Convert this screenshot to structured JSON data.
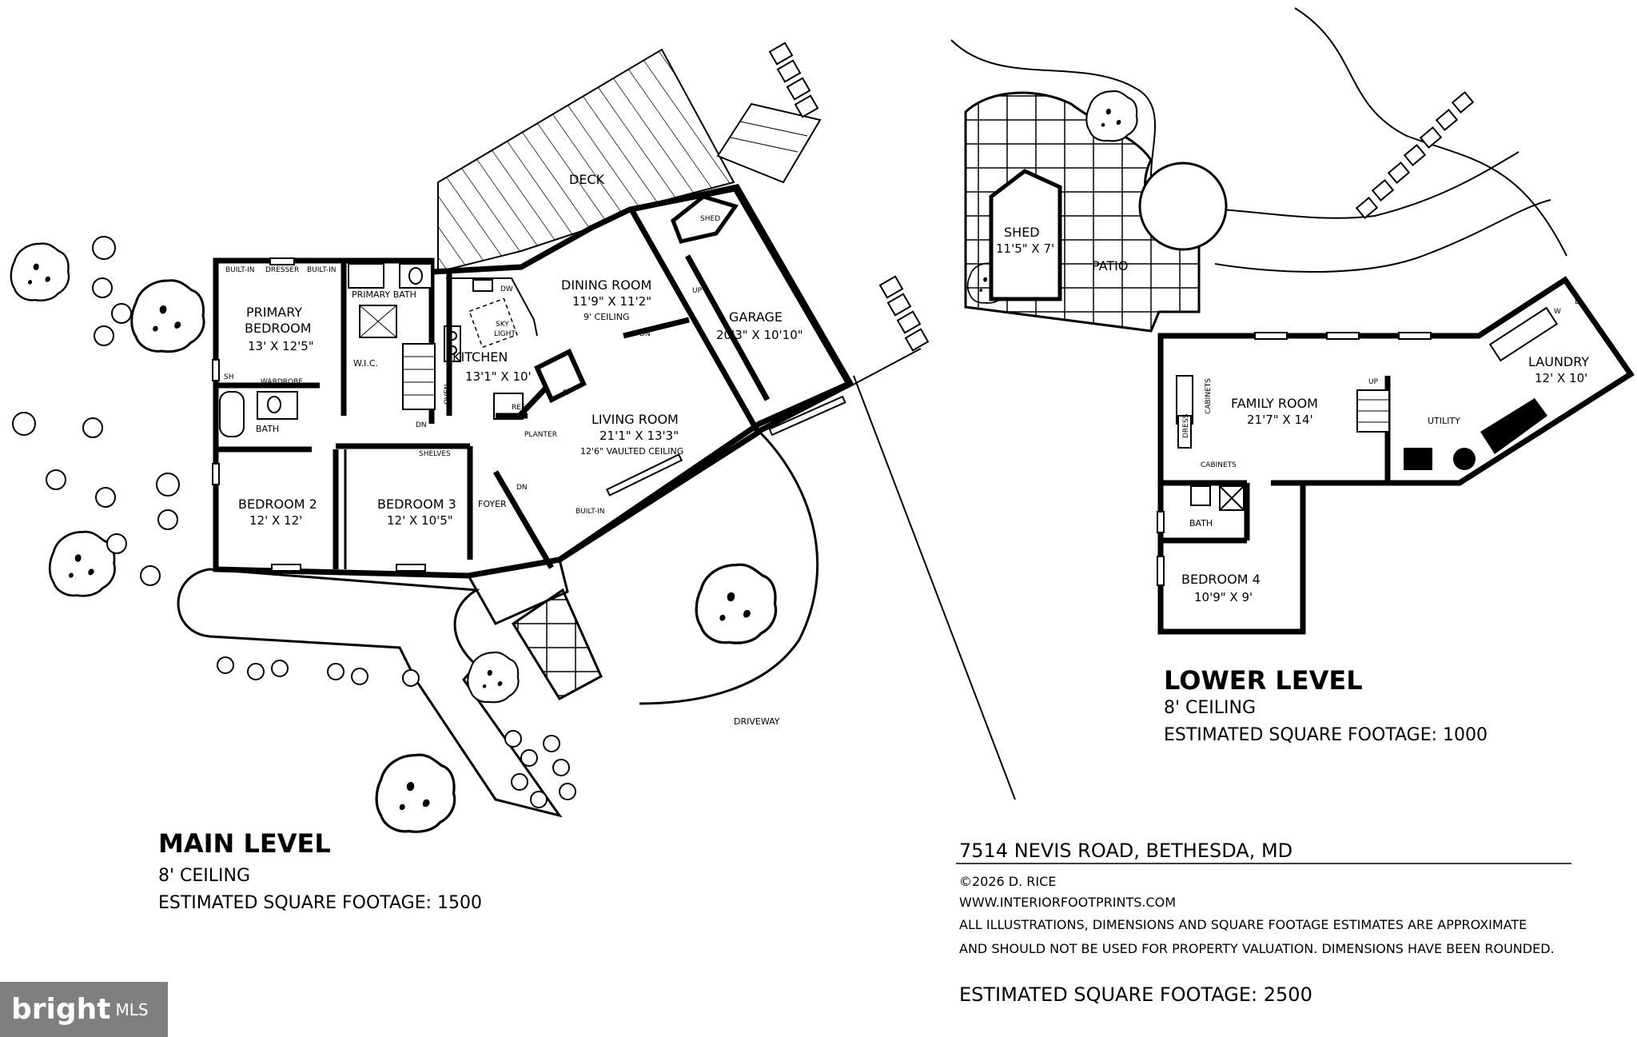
{
  "main_level": {
    "title": "MAIN LEVEL",
    "ceiling": "8' CEILING",
    "sqft": "ESTIMATED SQUARE FOOTAGE: 1500",
    "rooms": {
      "deck": "DECK",
      "shed": "SHED",
      "primary_bedroom": "PRIMARY",
      "primary_bedroom_2": "BEDROOM",
      "primary_bedroom_dim": "13' X 12'5\"",
      "primary_bath": "PRIMARY BATH",
      "built_in_1": "BUILT-IN",
      "dresser": "DRESSER",
      "built_in_2": "BUILT-IN",
      "wardrobe": "WARDROBE",
      "sh": "SH",
      "bath": "BATH",
      "wic": "W.I.C.",
      "kitchen": "KITCHEN",
      "kitchen_dim": "13'1\" X 10'",
      "sky": "SKY",
      "light": "LIGHT",
      "dw": "DW",
      "oven": "OVEN",
      "ref": "REF",
      "dining": "DINING ROOM",
      "dining_dim": "11'9\" X 11'2\"",
      "dining_ceiling": "9' CEILING",
      "up": "UP",
      "dn1": "DN",
      "dn2": "DN",
      "dn3": "DN",
      "garage": "GARAGE",
      "garage_dim": "20'3\" X 10'10\"",
      "fp": "FP",
      "living": "LIVING ROOM",
      "living_dim": "21'1\" X 13'3\"",
      "living_ceiling": "12'6\" VAULTED CEILING",
      "planter": "PLANTER",
      "built_in_3": "BUILT-IN",
      "foyer": "FOYER",
      "shelves": "SHELVES",
      "bedroom2": "BEDROOM 2",
      "bedroom2_dim": "12' X 12'",
      "bedroom3": "BEDROOM 3",
      "bedroom3_dim": "12' X 10'5\"",
      "driveway": "DRIVEWAY"
    }
  },
  "lower_level": {
    "title": "LOWER LEVEL",
    "ceiling": "8' CEILING",
    "sqft": "ESTIMATED SQUARE FOOTAGE: 1000",
    "rooms": {
      "shed": "SHED",
      "shed_dim": "11'5\" X 7'",
      "patio": "PATIO",
      "family": "FAMILY ROOM",
      "family_dim": "21'7\" X 14'",
      "cabinets1": "CABINETS",
      "cabinets2": "CABINETS",
      "dress": "DRESS",
      "up": "UP",
      "utility": "UTILITY",
      "laundry": "LAUNDRY",
      "laundry_dim": "12' X 10'",
      "w": "W",
      "d": "D",
      "bath": "BATH",
      "bedroom4": "BEDROOM 4",
      "bedroom4_dim": "10'9\" X 9'"
    }
  },
  "info": {
    "address": "7514 NEVIS ROAD, BETHESDA, MD",
    "copyright": "©2026 D. RICE",
    "website": "WWW.INTERIORFOOTPRINTS.COM",
    "disclaimer1": "ALL ILLUSTRATIONS, DIMENSIONS AND SQUARE FOOTAGE ESTIMATES ARE APPROXIMATE",
    "disclaimer2": "AND  SHOULD NOT BE USED FOR PROPERTY VALUATION. DIMENSIONS HAVE BEEN ROUNDED.",
    "total_sqft": "ESTIMATED SQUARE FOOTAGE: 2500"
  },
  "badge": {
    "brand": "bright",
    "suffix": "MLS"
  }
}
